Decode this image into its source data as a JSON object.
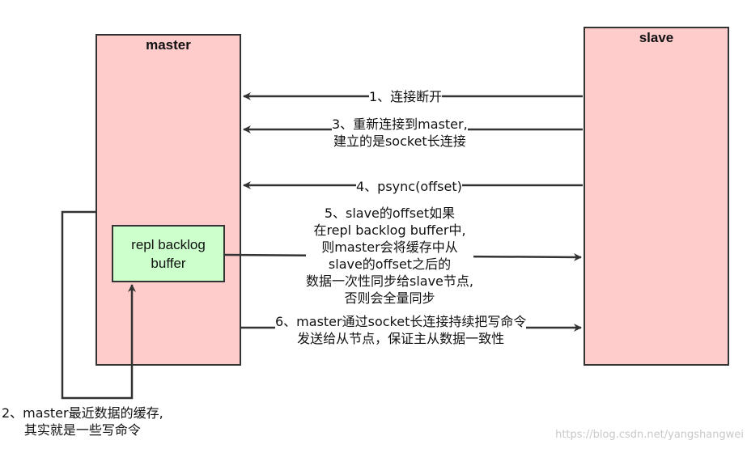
{
  "nodes": {
    "master": "master",
    "slave": "slave",
    "buffer_line1": "repl backlog",
    "buffer_line2": "buffer"
  },
  "edges": {
    "e1": {
      "line1": "1、连接断开"
    },
    "e3": {
      "line1": "3、重新连接到master,",
      "line2": "建立的是socket长连接"
    },
    "e4": {
      "line1": "4、psync(offset)"
    },
    "e5": {
      "line1": "5、slave的offset如果",
      "line2": "在repl backlog buffer中,",
      "line3": "则master会将缓存中从",
      "line4": "slave的offset之后的",
      "line5": "数据一次性同步给slave节点,",
      "line6": "否则会全量同步"
    },
    "e6": {
      "line1": "6、master通过socket长连接持续把写命令",
      "line2": "发送给从节点，保证主从数据一致性"
    },
    "e2": {
      "line1": "2、master最近数据的缓存,",
      "line2": "其实就是一些写命令"
    }
  },
  "watermark": "https://blog.csdn.net/yangshangwei",
  "colors": {
    "box_fill": "#ffcccc",
    "buffer_fill": "#ccffcc",
    "line": "#333333"
  }
}
